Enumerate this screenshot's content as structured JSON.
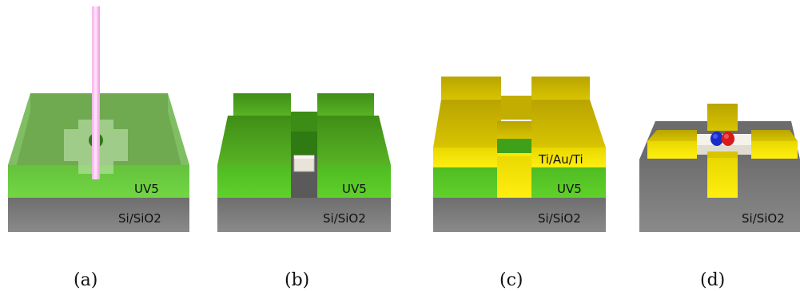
{
  "panels": {
    "a": {
      "caption": "(a)",
      "layer_top": "UV5",
      "layer_bottom": "Si/SiO2"
    },
    "b": {
      "caption": "(b)",
      "layer_top": "UV5",
      "layer_bottom": "Si/SiO2"
    },
    "c": {
      "caption": "(c)",
      "layer_metal": "Ti/Au/Ti",
      "layer_top": "UV5",
      "layer_bottom": "Si/SiO2"
    },
    "d": {
      "caption": "(d)",
      "layer_bottom": "Si/SiO2"
    }
  },
  "colors": {
    "substrate": "#7a7a7a",
    "resist": "#4caf1e",
    "metal": "#e8d400",
    "laser": "#f4a8e8",
    "flake": "#e8e4d8",
    "particle_blue": "#1a2cc8",
    "particle_red": "#d81a1a"
  },
  "icons": [
    "laser-beam-icon"
  ]
}
